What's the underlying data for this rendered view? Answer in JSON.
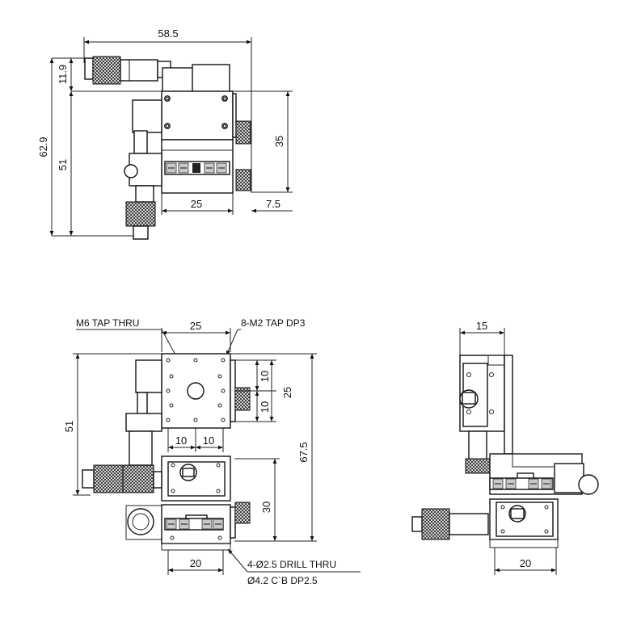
{
  "views": {
    "top": {
      "dims": [
        "58.5",
        "11.9",
        "62.9",
        "51",
        "35",
        "25",
        "7.5"
      ]
    },
    "front": {
      "dims": [
        "25",
        "51",
        "10",
        "25",
        "10",
        "67.5",
        "10",
        "10",
        "30",
        "20"
      ],
      "callouts": [
        "M6 TAP THRU",
        "8-M2 TAP DP3",
        "4-Ø2.5 DRILL THRU",
        "Ø4.2 C`B DP2.5"
      ]
    },
    "side": {
      "dims": [
        "15",
        "20"
      ]
    }
  },
  "colors": {
    "line": "#111111",
    "background": "#ffffff",
    "knurl": "#bbbbbb"
  },
  "icons": [
    "micrometer-knurl-icon",
    "screw-icon",
    "tap-hole-icon"
  ]
}
